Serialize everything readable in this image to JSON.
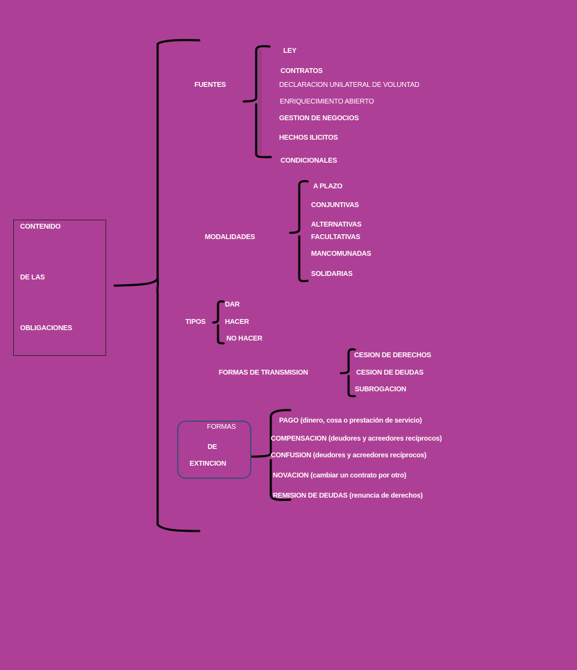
{
  "root": {
    "line1": "CONTENIDO",
    "line2": "DE LAS",
    "line3": "OBLIGACIONES"
  },
  "fuentes": {
    "label": "FUENTES",
    "items": [
      "LEY",
      "CONTRATOS",
      "DECLARACION UNILATERAL DE VOLUNTAD",
      "ENRIQUECIMIENTO ABIERTO",
      "GESTION DE NEGOCIOS",
      "HECHOS ILICITOS",
      "CONDICIONALES"
    ]
  },
  "modalidades": {
    "label": "MODALIDADES",
    "items": [
      "A PLAZO",
      "CONJUNTIVAS",
      "ALTERNATIVAS",
      "FACULTATIVAS",
      "MANCOMUNADAS",
      "SOLIDARIAS"
    ]
  },
  "tipos": {
    "label": "TIPOS",
    "items": [
      "DAR",
      "HACER",
      "NO HACER"
    ]
  },
  "transmision": {
    "label": "FORMAS DE TRANSMISION",
    "items": [
      "CESION DE DERECHOS",
      "CESION DE DEUDAS",
      "SUBROGACION"
    ]
  },
  "extincion": {
    "line1": "FORMAS",
    "line2": "DE",
    "line3": "EXTINCION",
    "items": [
      "PAGO (dinero, cosa o prestación de servicio)",
      "COMPENSACION (deudores y acreedores recíprocos)",
      "CONFUSION (deudores y acreedores recíprocos)",
      "NOVACION (cambiar un contrato por otro)",
      "REMISION DE DEUDAS (renuncia de derechos)"
    ]
  },
  "colors": {
    "background": "#ae3f96",
    "text": "#ffffff",
    "brackets": "#000000",
    "extincion_box_border": "#4a4a7a"
  }
}
